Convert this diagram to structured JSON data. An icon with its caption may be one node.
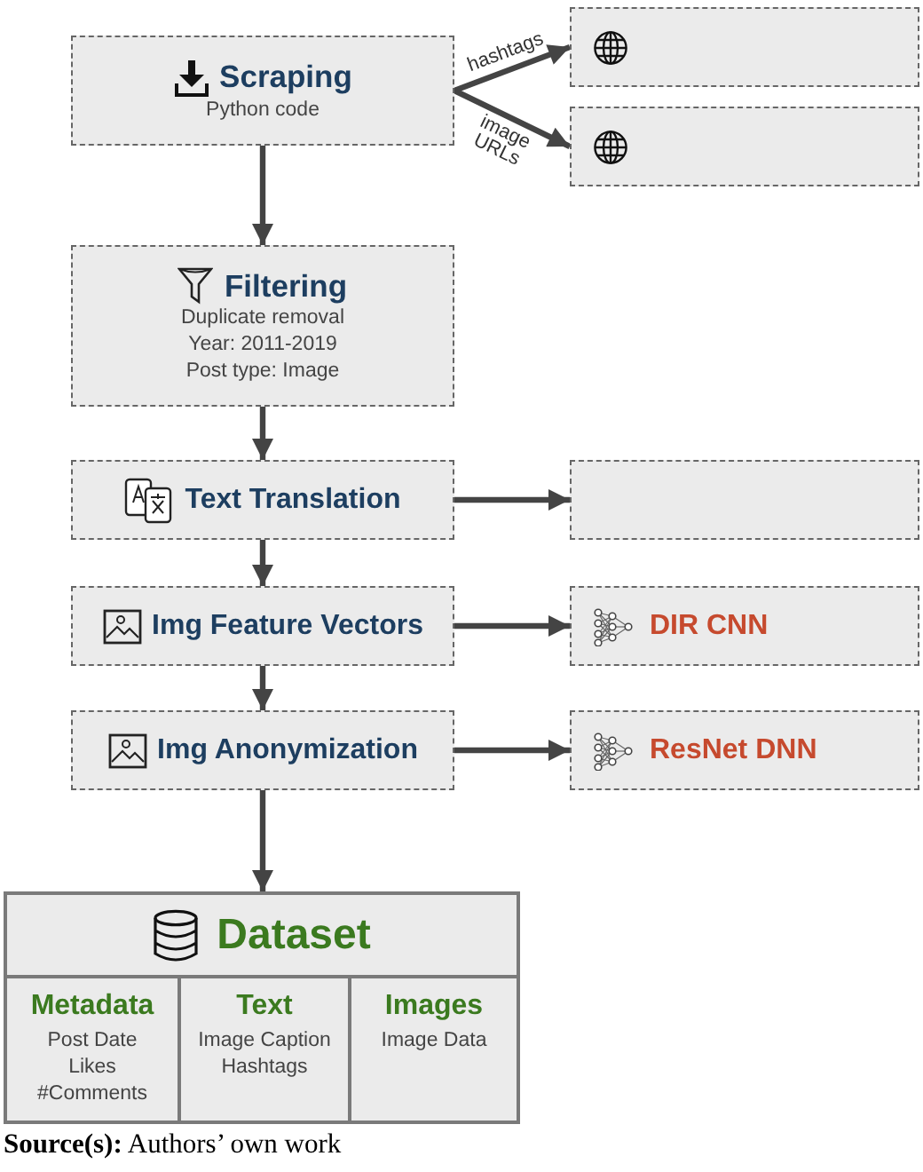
{
  "diagram": {
    "caption": "**Source(s):** Authors’ own work",
    "nodes": [
      {
        "text": [
          "Scraping",
          "Python code"
        ]
      },
      {
        "text": [],
        "shape": "box"
      },
      {
        "text": [],
        "shape": "box"
      },
      {
        "text": [
          "Filtering",
          "Duplicate removal",
          "Year: 2011-2019",
          "Post type: Image"
        ]
      },
      {
        "text": [
          "Text Translation"
        ]
      },
      {
        "text": [],
        "shape": "box"
      },
      {
        "text": [
          "Img Feature Vectors"
        ]
      },
      {
        "text": [
          "DIR CNN"
        ]
      },
      {
        "text": [
          "Img Anonymization"
        ]
      },
      {
        "text": [
          "ResNet DNN"
        ]
      },
      {
        "text": [
          "Dataset"
        ]
      },
      {
        "text": [
          "Metadata",
          "Post Date",
          "Likes",
          "#Comments"
        ],
        "in": 10
      },
      {
        "text": [
          "Text",
          "Image Caption",
          "Hashtags"
        ],
        "in": 10
      },
      {
        "text": [
          "Images",
          "Image Data"
        ],
        "in": 10
      }
    ],
    "edges": [
      {
        "from": 0,
        "to": 1,
        "arrow": "to",
        "label": "hashtags"
      },
      {
        "from": 0,
        "to": 2,
        "arrow": "to",
        "label": "image URLs"
      },
      {
        "from": 0,
        "to": 3,
        "arrow": "to"
      },
      {
        "from": 3,
        "to": 4,
        "arrow": "to"
      },
      {
        "from": 4,
        "to": 5,
        "arrow": "to"
      },
      {
        "from": 4,
        "to": 6,
        "arrow": "to"
      },
      {
        "from": 6,
        "to": 7,
        "arrow": "to"
      },
      {
        "from": 6,
        "to": 8,
        "arrow": "to"
      },
      {
        "from": 8,
        "to": 9,
        "arrow": "to"
      },
      {
        "from": 8,
        "to": 10,
        "arrow": "to"
      }
    ]
  }
}
